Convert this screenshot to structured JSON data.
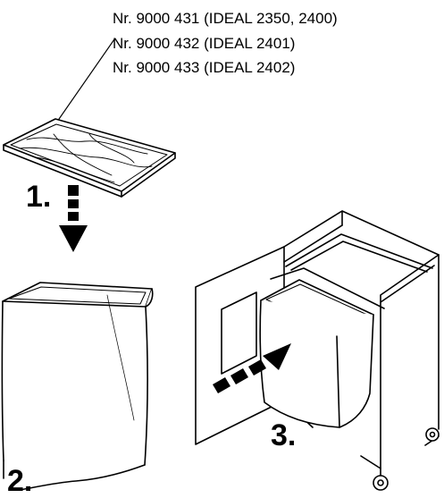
{
  "part_numbers": [
    "Nr. 9000 431 (IDEAL 2350, 2400)",
    "Nr. 9000 432 (IDEAL 2401)",
    "Nr. 9000 433 (IDEAL 2402)"
  ],
  "steps": {
    "step1": "1.",
    "step2": "2.",
    "step3": "3."
  }
}
